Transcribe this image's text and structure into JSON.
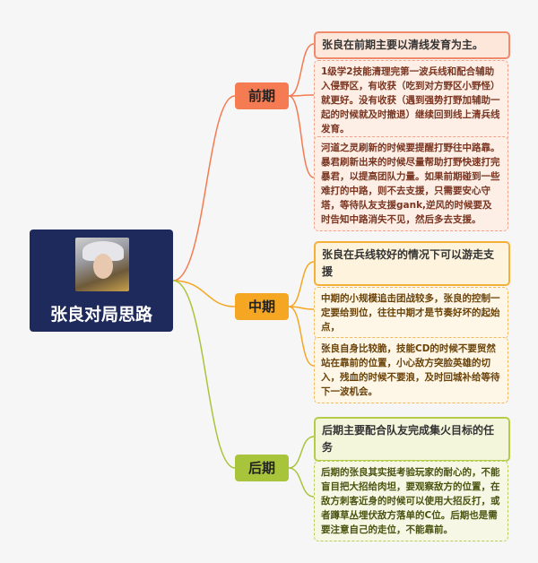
{
  "root": {
    "title": "张良对局思路",
    "avatar_icon": "hero-portrait"
  },
  "colors": {
    "root": "#1f2a5c",
    "early": "#f47b52",
    "mid": "#f5a623",
    "late": "#a8c43a"
  },
  "branches": [
    {
      "label": "前期",
      "items": [
        "张良在前期主要以清线发育为主。",
        "1级学2技能清理完第一波兵线和配合辅助入侵野区，有收获（吃到对方野区小野怪）就更好。没有收获（遇到强势打野加辅助一起的时候就及时撤退）继续回到线上清兵线发育。",
        "河道之灵刷新的时候要提醒打野往中路靠。暴君刷新出来的时候尽量帮助打野快速打完暴君，以提高团队力量。如果前期碰到一些难打的中路，则不去支援，只需要安心守塔，等待队友支援gank,逆风的时候要及时告知中路消失不见，然后多去支援。"
      ]
    },
    {
      "label": "中期",
      "items": [
        "张良在兵线较好的情况下可以游走支援",
        "中期的小规模追击团战较多，张良的控制一定要给到位，往往中期才是节奏好坏的起始点，",
        "张良自身比较脆，技能CD的时候不要贸然站在靠前的位置，小心敌方突脸英雄的切入，残血的时候不要浪，及时回城补给等待下一波机会。"
      ]
    },
    {
      "label": "后期",
      "items": [
        "后期主要配合队友完成集火目标的任务",
        "后期的张良其实挺考验玩家的耐心的，不能盲目把大招给肉坦，要观察敌方的位置，在敌方刺客近身的时候可以使用大招反打，或者蹲草丛埋伏敌方落单的C位。后期也是需要注意自己的走位，不能靠前。"
      ]
    }
  ]
}
